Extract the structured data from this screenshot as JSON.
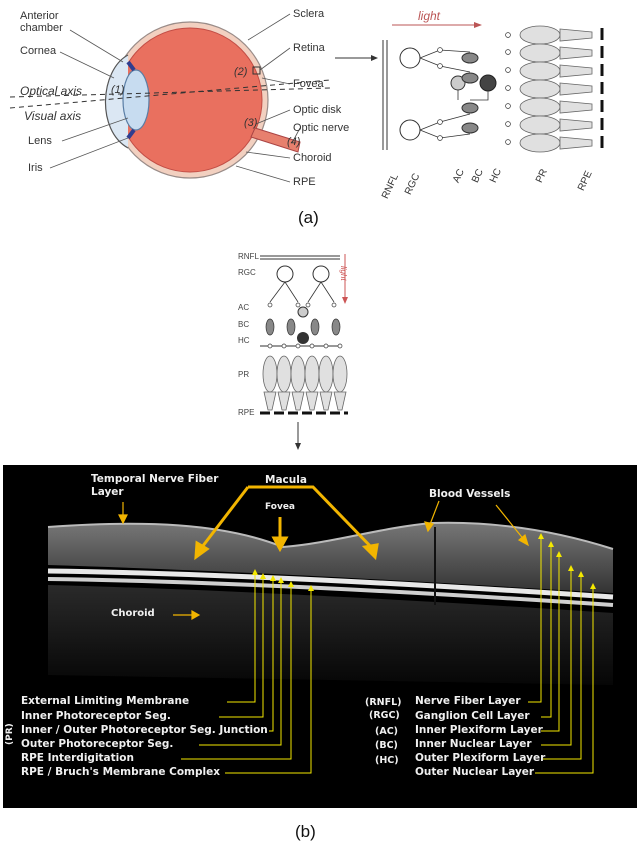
{
  "panel_a": {
    "caption": "(a)",
    "eye_labels": {
      "anterior_chamber": "Anterior chamber",
      "cornea": "Cornea",
      "optical_axis": "Optical axis",
      "visual_axis": "Visual axis",
      "lens": "Lens",
      "iris": "Iris",
      "sclera": "Sclera",
      "retina": "Retina",
      "fovea": "Fovea",
      "optic_disk": "Optic disk",
      "optic_nerve": "Optic nerve",
      "choroid": "Choroid",
      "rpe": "RPE"
    },
    "markers": [
      "(1)",
      "(2)",
      "(3)",
      "(4)"
    ],
    "light_label": "light",
    "layer_labels": [
      "RNFL",
      "RGC",
      "AC",
      "BC",
      "HC",
      "PR",
      "RPE"
    ]
  },
  "panel_b_top": {
    "layer_labels": [
      "RNFL",
      "RGC",
      "AC",
      "BC",
      "HC",
      "PR",
      "RPE"
    ],
    "light_label": "light"
  },
  "panel_b": {
    "caption": "(b)",
    "annotations": {
      "temporal_nerve_fiber": "Temporal Nerve Fiber Layer",
      "macula": "Macula",
      "fovea": "Fovea",
      "blood_vessels": "Blood Vessels",
      "choroid": "Choroid"
    },
    "side_label": "(PR)",
    "left_layers": [
      "External Limiting Membrane",
      "Inner Photoreceptor Seg.",
      "Inner / Outer Photoreceptor Seg. Junction",
      "Outer Photoreceptor Seg.",
      "RPE Interdigitation",
      "RPE / Bruch's Membrane Complex"
    ],
    "right_abbrevs": [
      "(RNFL)",
      "(RGC)",
      "(AC)",
      "(BC)",
      "(HC)"
    ],
    "right_layers": [
      "Nerve Fiber Layer",
      "Ganglion Cell Layer",
      "Inner Plexiform Layer",
      "Inner Nuclear Layer",
      "Outer Plexiform Layer",
      "Outer Nuclear Layer"
    ],
    "colors": {
      "arrow_gold": "#f2b500",
      "leader_yellow": "#f4e800",
      "panel_bg": "#000000"
    }
  }
}
